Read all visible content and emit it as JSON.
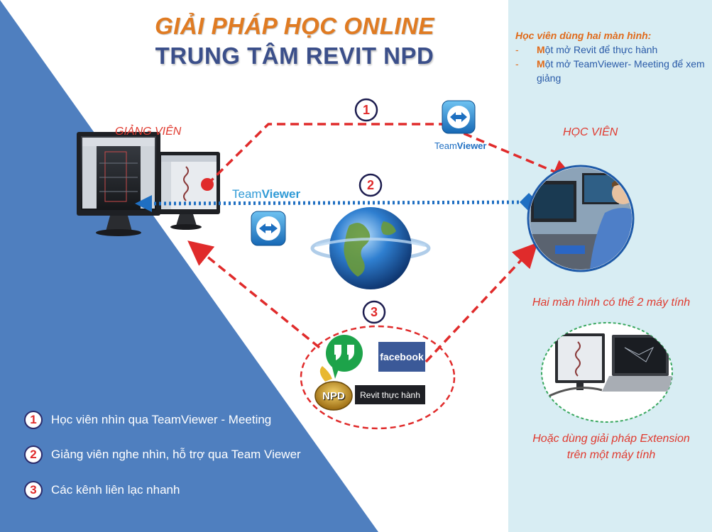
{
  "title": {
    "line1": "GIẢI PHÁP HỌC ONLINE",
    "line2": "TRUNG TÂM REVIT NPD"
  },
  "note": {
    "heading": "Học viên dùng hai màn hình:",
    "items": [
      {
        "dash": "-",
        "first": "M",
        "rest": "ột mở Revit để thực hành"
      },
      {
        "dash": "-",
        "first": "M",
        "rest": "ột mở TeamViewer- Meeting để  xem giảng"
      }
    ]
  },
  "labels": {
    "instructor": "GIẢNG VIÊN",
    "student": "HỌC VIÊN",
    "teamviewer_small_a": "Team",
    "teamviewer_small_b": "Viewer",
    "teamviewer_big_a": "Team",
    "teamviewer_big_b": "Viewer"
  },
  "steps": {
    "one": "1",
    "two": "2",
    "three": "3"
  },
  "captions": {
    "two_screens": "Hai màn hình có thể 2 máy tính",
    "extension_line1": "Hoặc dùng giải pháp Extension",
    "extension_line2": "trên một máy tính"
  },
  "channels": {
    "facebook": "facebook",
    "npd": "NPD",
    "revit_group": "Revit thực hành"
  },
  "legend": [
    {
      "num": "1",
      "text": "Học viên nhìn qua  TeamViewer  - Meeting"
    },
    {
      "num": "2",
      "text": "Giảng viên nghe nhìn, hỗ trợ qua Team Viewer"
    },
    {
      "num": "3",
      "text": "Các kênh liên lạc nhanh"
    }
  ],
  "colors": {
    "panel_blue": "#4f7fbf",
    "right_panel": "#d8edf3",
    "arrow_red": "#e02b2b",
    "arrow_blue": "#1f6fc2",
    "title_orange": "#e07b22",
    "title_navy": "#3b4f8a"
  }
}
